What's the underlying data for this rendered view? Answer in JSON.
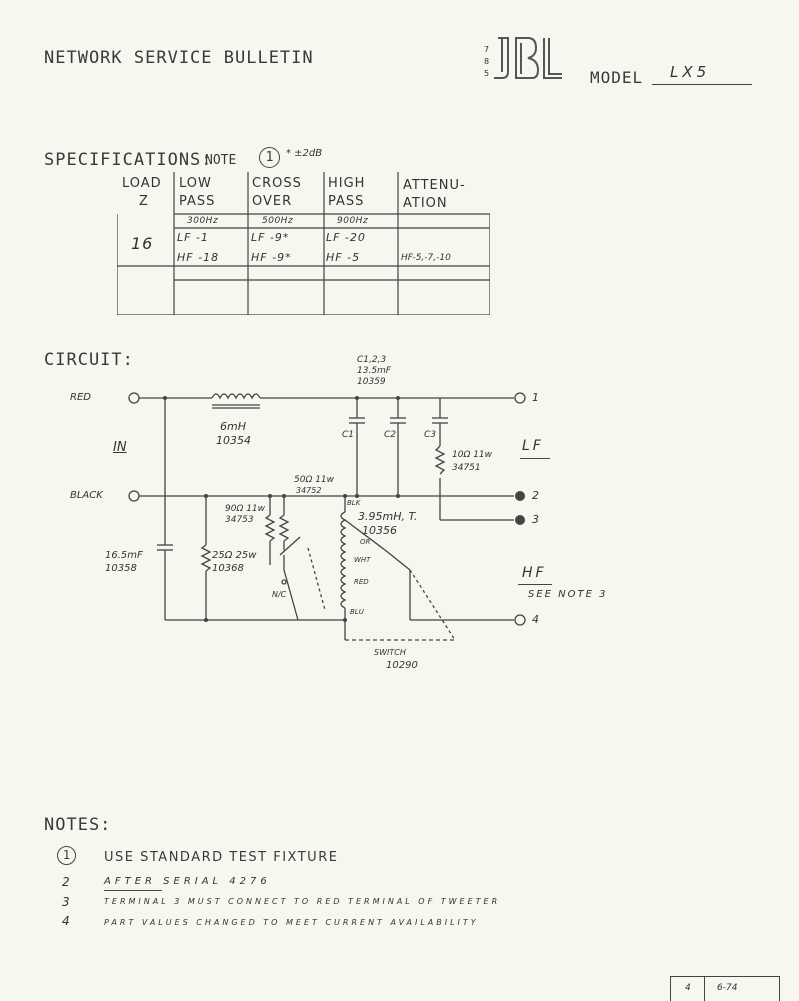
{
  "header": {
    "title": "NETWORK SERVICE BULLETIN",
    "logo": "JBL",
    "model_label": "MODEL",
    "model_value": "LX5"
  },
  "specifications": {
    "label": "SPECIFICATIONS:",
    "note_ref": "NOTE",
    "note_num": "1",
    "note_tol": "* ±2dB",
    "headers": {
      "load": [
        "LOAD",
        "Z"
      ],
      "low_pass": [
        "LOW",
        "PASS"
      ],
      "crossover": [
        "CROSS",
        "OVER"
      ],
      "high_pass": [
        "HIGH",
        "PASS"
      ],
      "attenuation": [
        "ATTENU-",
        "ATION"
      ]
    },
    "freqs": [
      "300Hz",
      "500Hz",
      "900Hz"
    ],
    "load_value": "16",
    "lf_row": [
      "LF -1",
      "LF -9*",
      "LF -20"
    ],
    "hf_row": [
      "HF -18",
      "HF -9*",
      "HF -5",
      "HF-5,-7,-10"
    ]
  },
  "circuit": {
    "label": "CIRCUIT:",
    "red": "RED",
    "black": "BLACK",
    "in": "IN",
    "cap_group": [
      "C1,2,3",
      "13.5mF",
      "10359"
    ],
    "c1": "C1",
    "c2": "C2",
    "c3": "C3",
    "inductor1": [
      "6mH",
      "10354"
    ],
    "res_10": [
      "10Ω 11w",
      "34751"
    ],
    "lf": "LF",
    "res_50": [
      "50Ω 11w",
      "34752"
    ],
    "res_90": [
      "90Ω 11w",
      "34753"
    ],
    "blk": "BLK",
    "inductor2": [
      "3.95mH, T.",
      "10356"
    ],
    "or": "OR",
    "wht": "WHT",
    "red_tap": "RED",
    "blu": "BLU",
    "cap_in": [
      "16.5mF",
      "10358"
    ],
    "res_25": [
      "25Ω 25w",
      "10368"
    ],
    "nc": "N/C",
    "hf": "HF",
    "see_note": "SEE NOTE 3",
    "switch": [
      "SWITCH",
      "10290"
    ],
    "t1": "1",
    "t2": "2",
    "t3": "3",
    "t4": "4"
  },
  "notes": {
    "label": "NOTES:",
    "items": [
      {
        "num": "1",
        "text": "USE STANDARD TEST FIXTURE"
      },
      {
        "num": "2",
        "text": "AFTER SERIAL 4276"
      },
      {
        "num": "3",
        "text": "TERMINAL 3 MUST CONNECT TO RED TERMINAL OF TWEETER"
      },
      {
        "num": "4",
        "text": "PART VALUES CHANGED TO MEET CURRENT AVAILABILITY"
      }
    ]
  },
  "footer": {
    "page": "4",
    "date": "6-74"
  }
}
